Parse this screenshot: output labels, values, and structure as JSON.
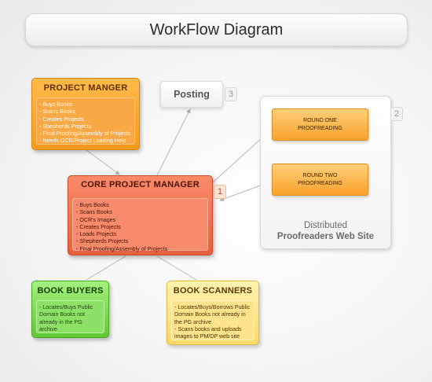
{
  "title": "WorkFlow Diagram",
  "nodes": {
    "project_manager": {
      "heading": "PROJECT MANGER",
      "items": [
        "- Buys Books",
        "- Scans Books",
        "- Creates Projects",
        "- Shepherds Projects",
        "- Final Proofing/Assembly of Projects",
        "- Needs OCR/Project Loading Help"
      ]
    },
    "core": {
      "heading": "CORE PROJECT MANAGER",
      "items": [
        "- Buys Books",
        "- Scans Books",
        "- OCR's Images",
        "- Creates Projects",
        "- Loads Projects",
        "- Shepherds Projects",
        "- Final Proofing/Assembly of Projects"
      ]
    },
    "buyers": {
      "heading": "BOOK BUYERS",
      "items": [
        "- Locates/Buys Public Domain Books not already in the PG archive"
      ]
    },
    "scanners": {
      "heading": "BOOK SCANNERS",
      "items": [
        "- Locates/Buys/Borrows Public Domain Books not already in the PG archive",
        "- Scans books and uploads images to PM/DP web site"
      ]
    },
    "posting": {
      "label": "Posting"
    },
    "distributed": {
      "line1": "Distributed",
      "line2": "Proofreaders Web Site"
    },
    "round1": {
      "line1": "ROUND ONE",
      "line2": "PROOFREADING"
    },
    "round2": {
      "line1": "ROUND TWO",
      "line2": "PROOFREADING"
    }
  },
  "tags": {
    "core": "1",
    "distributed": "2",
    "posting": "3"
  },
  "colors": {
    "project_manager": "#f9a22c",
    "core": "#ee6c4a",
    "buyers": "#7ad44e",
    "scanners": "#fce08a",
    "connector": "#b9b9b9"
  }
}
